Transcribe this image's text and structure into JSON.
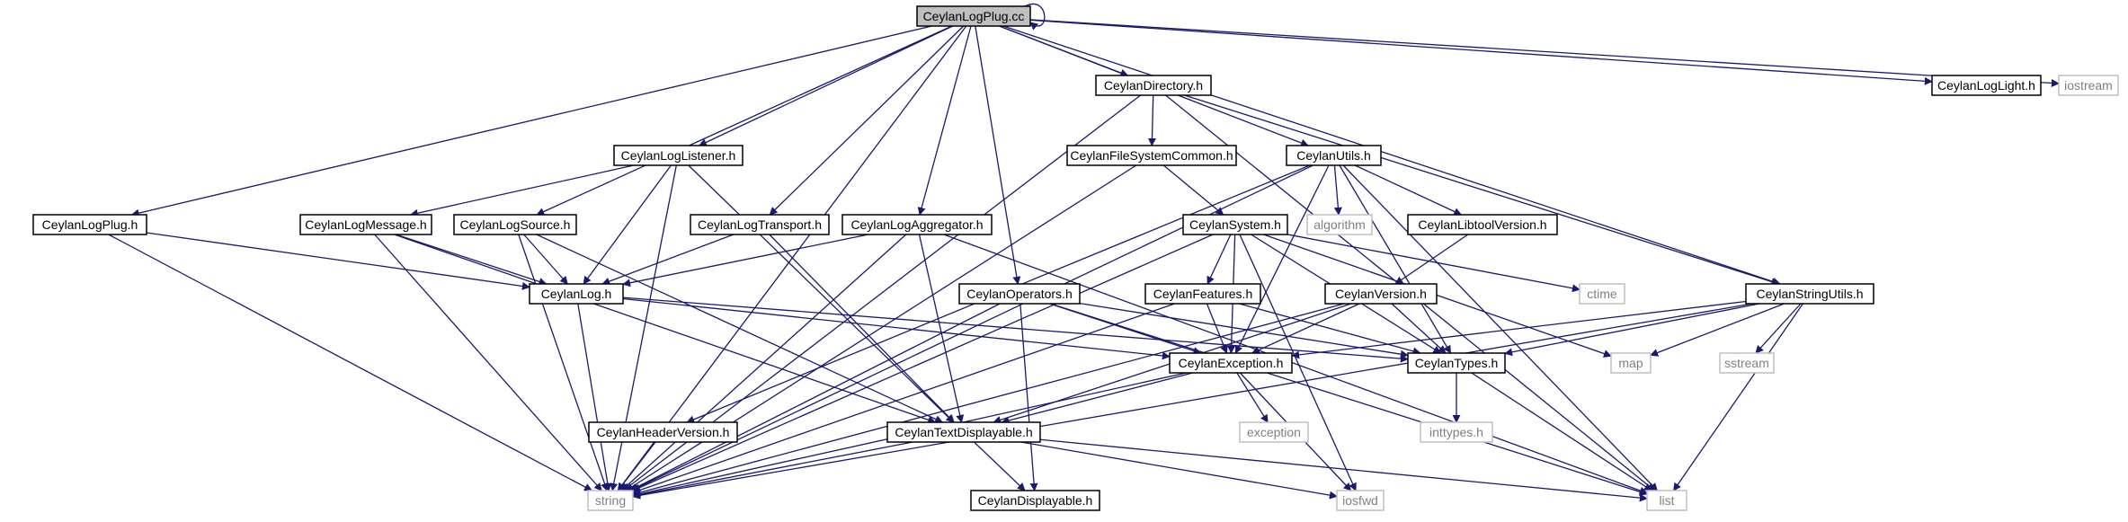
{
  "graph": {
    "colors": {
      "edge": "#191970",
      "root_fill": "#bfbfbf",
      "node_border": "#000000",
      "external_border": "#bfbfbf",
      "external_text": "#808080",
      "node_text": "#000000"
    },
    "nodes": [
      {
        "id": "CeylanLogPlug.cc",
        "label": "CeylanLogPlug.cc",
        "kind": "root"
      },
      {
        "id": "CeylanDirectory.h",
        "label": "CeylanDirectory.h",
        "kind": "header"
      },
      {
        "id": "CeylanLogLight.h",
        "label": "CeylanLogLight.h",
        "kind": "header"
      },
      {
        "id": "iostream",
        "label": "iostream",
        "kind": "external"
      },
      {
        "id": "CeylanFileSystemCommon.h",
        "label": "CeylanFileSystemCommon.h",
        "kind": "header"
      },
      {
        "id": "CeylanLogListener.h",
        "label": "CeylanLogListener.h",
        "kind": "header"
      },
      {
        "id": "CeylanUtils.h",
        "label": "CeylanUtils.h",
        "kind": "header"
      },
      {
        "id": "CeylanLogPlug.h",
        "label": "CeylanLogPlug.h",
        "kind": "header"
      },
      {
        "id": "CeylanLogMessage.h",
        "label": "CeylanLogMessage.h",
        "kind": "header"
      },
      {
        "id": "CeylanLogSource.h",
        "label": "CeylanLogSource.h",
        "kind": "header"
      },
      {
        "id": "CeylanLogTransport.h",
        "label": "CeylanLogTransport.h",
        "kind": "header"
      },
      {
        "id": "CeylanLogAggregator.h",
        "label": "CeylanLogAggregator.h",
        "kind": "header"
      },
      {
        "id": "CeylanSystem.h",
        "label": "CeylanSystem.h",
        "kind": "header"
      },
      {
        "id": "algorithm",
        "label": "algorithm",
        "kind": "external"
      },
      {
        "id": "CeylanLibtoolVersion.h",
        "label": "CeylanLibtoolVersion.h",
        "kind": "header"
      },
      {
        "id": "CeylanLog.h",
        "label": "CeylanLog.h",
        "kind": "header"
      },
      {
        "id": "CeylanOperators.h",
        "label": "CeylanOperators.h",
        "kind": "header"
      },
      {
        "id": "CeylanFeatures.h",
        "label": "CeylanFeatures.h",
        "kind": "header"
      },
      {
        "id": "CeylanVersion.h",
        "label": "CeylanVersion.h",
        "kind": "header"
      },
      {
        "id": "ctime",
        "label": "ctime",
        "kind": "external"
      },
      {
        "id": "CeylanStringUtils.h",
        "label": "CeylanStringUtils.h",
        "kind": "header"
      },
      {
        "id": "CeylanException.h",
        "label": "CeylanException.h",
        "kind": "header"
      },
      {
        "id": "CeylanTypes.h",
        "label": "CeylanTypes.h",
        "kind": "header"
      },
      {
        "id": "map",
        "label": "map",
        "kind": "external"
      },
      {
        "id": "sstream",
        "label": "sstream",
        "kind": "external"
      },
      {
        "id": "exception",
        "label": "exception",
        "kind": "external"
      },
      {
        "id": "inttypes.h",
        "label": "inttypes.h",
        "kind": "external"
      },
      {
        "id": "CeylanHeaderVersion.h",
        "label": "CeylanHeaderVersion.h",
        "kind": "header"
      },
      {
        "id": "CeylanTextDisplayable.h",
        "label": "CeylanTextDisplayable.h",
        "kind": "header"
      },
      {
        "id": "string",
        "label": "string",
        "kind": "external"
      },
      {
        "id": "iosfwd",
        "label": "iosfwd",
        "kind": "external"
      },
      {
        "id": "list",
        "label": "list",
        "kind": "external"
      },
      {
        "id": "CeylanDisplayable.h",
        "label": "CeylanDisplayable.h",
        "kind": "header"
      }
    ],
    "edges": [
      [
        "CeylanLogPlug.cc",
        "CeylanLogPlug.cc"
      ],
      [
        "CeylanLogPlug.cc",
        "CeylanDirectory.h"
      ],
      [
        "CeylanLogPlug.cc",
        "CeylanLogLight.h"
      ],
      [
        "CeylanLogPlug.cc",
        "iostream"
      ],
      [
        "CeylanLogPlug.cc",
        "CeylanLogListener.h"
      ],
      [
        "CeylanLogPlug.cc",
        "CeylanUtils.h"
      ],
      [
        "CeylanLogPlug.cc",
        "CeylanLogPlug.h"
      ],
      [
        "CeylanLogPlug.cc",
        "CeylanLogSource.h"
      ],
      [
        "CeylanLogPlug.cc",
        "CeylanLogTransport.h"
      ],
      [
        "CeylanLogPlug.cc",
        "CeylanLogAggregator.h"
      ],
      [
        "CeylanLogPlug.cc",
        "CeylanOperators.h"
      ],
      [
        "CeylanLogPlug.cc",
        "CeylanStringUtils.h"
      ],
      [
        "CeylanLogPlug.cc",
        "string"
      ],
      [
        "CeylanDirectory.h",
        "CeylanFileSystemCommon.h"
      ],
      [
        "CeylanDirectory.h",
        "string"
      ],
      [
        "CeylanDirectory.h",
        "list"
      ],
      [
        "CeylanDirectory.h",
        "CeylanStringUtils.h"
      ],
      [
        "CeylanFileSystemCommon.h",
        "CeylanSystem.h"
      ],
      [
        "CeylanFileSystemCommon.h",
        "string"
      ],
      [
        "CeylanLogListener.h",
        "CeylanLogMessage.h"
      ],
      [
        "CeylanLogListener.h",
        "CeylanLog.h"
      ],
      [
        "CeylanLogListener.h",
        "CeylanTextDisplayable.h"
      ],
      [
        "CeylanLogListener.h",
        "string"
      ],
      [
        "CeylanUtils.h",
        "algorithm"
      ],
      [
        "CeylanUtils.h",
        "CeylanLibtoolVersion.h"
      ],
      [
        "CeylanUtils.h",
        "CeylanException.h"
      ],
      [
        "CeylanUtils.h",
        "CeylanTypes.h"
      ],
      [
        "CeylanUtils.h",
        "CeylanHeaderVersion.h"
      ],
      [
        "CeylanUtils.h",
        "string"
      ],
      [
        "CeylanUtils.h",
        "list"
      ],
      [
        "CeylanLogPlug.h",
        "CeylanLog.h"
      ],
      [
        "CeylanLogPlug.h",
        "string"
      ],
      [
        "CeylanLogMessage.h",
        "CeylanLog.h"
      ],
      [
        "CeylanLogMessage.h",
        "CeylanTextDisplayable.h"
      ],
      [
        "CeylanLogMessage.h",
        "string"
      ],
      [
        "CeylanLogSource.h",
        "CeylanLog.h"
      ],
      [
        "CeylanLogSource.h",
        "CeylanTextDisplayable.h"
      ],
      [
        "CeylanLogSource.h",
        "string"
      ],
      [
        "CeylanLogTransport.h",
        "CeylanLog.h"
      ],
      [
        "CeylanLogTransport.h",
        "CeylanTextDisplayable.h"
      ],
      [
        "CeylanLogAggregator.h",
        "CeylanLog.h"
      ],
      [
        "CeylanLogAggregator.h",
        "CeylanTextDisplayable.h"
      ],
      [
        "CeylanLogAggregator.h",
        "list"
      ],
      [
        "CeylanLogAggregator.h",
        "string"
      ],
      [
        "CeylanSystem.h",
        "CeylanFeatures.h"
      ],
      [
        "CeylanSystem.h",
        "CeylanException.h"
      ],
      [
        "CeylanSystem.h",
        "CeylanTypes.h"
      ],
      [
        "CeylanSystem.h",
        "ctime"
      ],
      [
        "CeylanSystem.h",
        "map"
      ],
      [
        "CeylanSystem.h",
        "iosfwd"
      ],
      [
        "CeylanSystem.h",
        "string"
      ],
      [
        "CeylanLibtoolVersion.h",
        "CeylanVersion.h"
      ],
      [
        "CeylanLog.h",
        "CeylanException.h"
      ],
      [
        "CeylanLog.h",
        "CeylanTypes.h"
      ],
      [
        "CeylanLog.h",
        "string"
      ],
      [
        "CeylanOperators.h",
        "CeylanException.h"
      ],
      [
        "CeylanOperators.h",
        "CeylanTypes.h"
      ],
      [
        "CeylanOperators.h",
        "CeylanDisplayable.h"
      ],
      [
        "CeylanOperators.h",
        "string"
      ],
      [
        "CeylanOperators.h",
        "list"
      ],
      [
        "CeylanFeatures.h",
        "CeylanException.h"
      ],
      [
        "CeylanFeatures.h",
        "CeylanTypes.h"
      ],
      [
        "CeylanFeatures.h",
        "string"
      ],
      [
        "CeylanVersion.h",
        "CeylanException.h"
      ],
      [
        "CeylanVersion.h",
        "CeylanTypes.h"
      ],
      [
        "CeylanVersion.h",
        "CeylanTextDisplayable.h"
      ],
      [
        "CeylanVersion.h",
        "string"
      ],
      [
        "CeylanStringUtils.h",
        "CeylanException.h"
      ],
      [
        "CeylanStringUtils.h",
        "CeylanTypes.h"
      ],
      [
        "CeylanStringUtils.h",
        "map"
      ],
      [
        "CeylanStringUtils.h",
        "sstream"
      ],
      [
        "CeylanStringUtils.h",
        "list"
      ],
      [
        "CeylanStringUtils.h",
        "string"
      ],
      [
        "CeylanException.h",
        "CeylanTextDisplayable.h"
      ],
      [
        "CeylanException.h",
        "exception"
      ],
      [
        "CeylanException.h",
        "iosfwd"
      ],
      [
        "CeylanException.h",
        "string"
      ],
      [
        "CeylanTypes.h",
        "inttypes.h"
      ],
      [
        "CeylanTypes.h",
        "list"
      ],
      [
        "CeylanHeaderVersion.h",
        "string"
      ],
      [
        "CeylanTextDisplayable.h",
        "CeylanDisplayable.h"
      ],
      [
        "CeylanTextDisplayable.h",
        "string"
      ],
      [
        "CeylanTextDisplayable.h",
        "iosfwd"
      ],
      [
        "CeylanTextDisplayable.h",
        "list"
      ]
    ]
  }
}
